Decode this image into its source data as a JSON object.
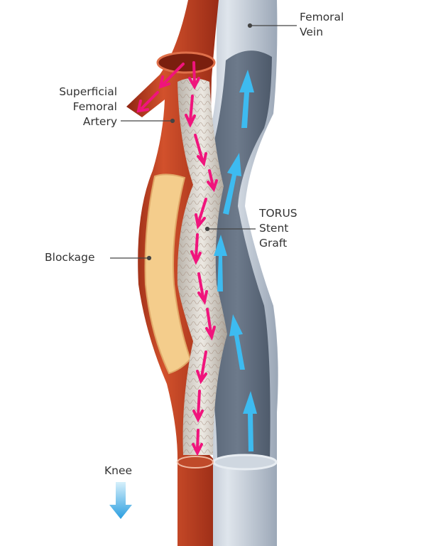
{
  "labels": {
    "femoral_vein": [
      "Femoral",
      "Vein"
    ],
    "superficial_femoral_artery": [
      "Superficial",
      "Femoral",
      "Artery"
    ],
    "torus_stent_graft": [
      "TORUS",
      "Stent",
      "Graft"
    ],
    "blockage": "Blockage",
    "knee": "Knee"
  },
  "colors": {
    "artery": "#b8391f",
    "vein_outer": "#b9c4d2",
    "vein_inner": "#5a6878",
    "blockage": "#f2c98a",
    "arterial_flow_arrows": "#f0147c",
    "venous_flow_arrows": "#3dbbf0"
  }
}
